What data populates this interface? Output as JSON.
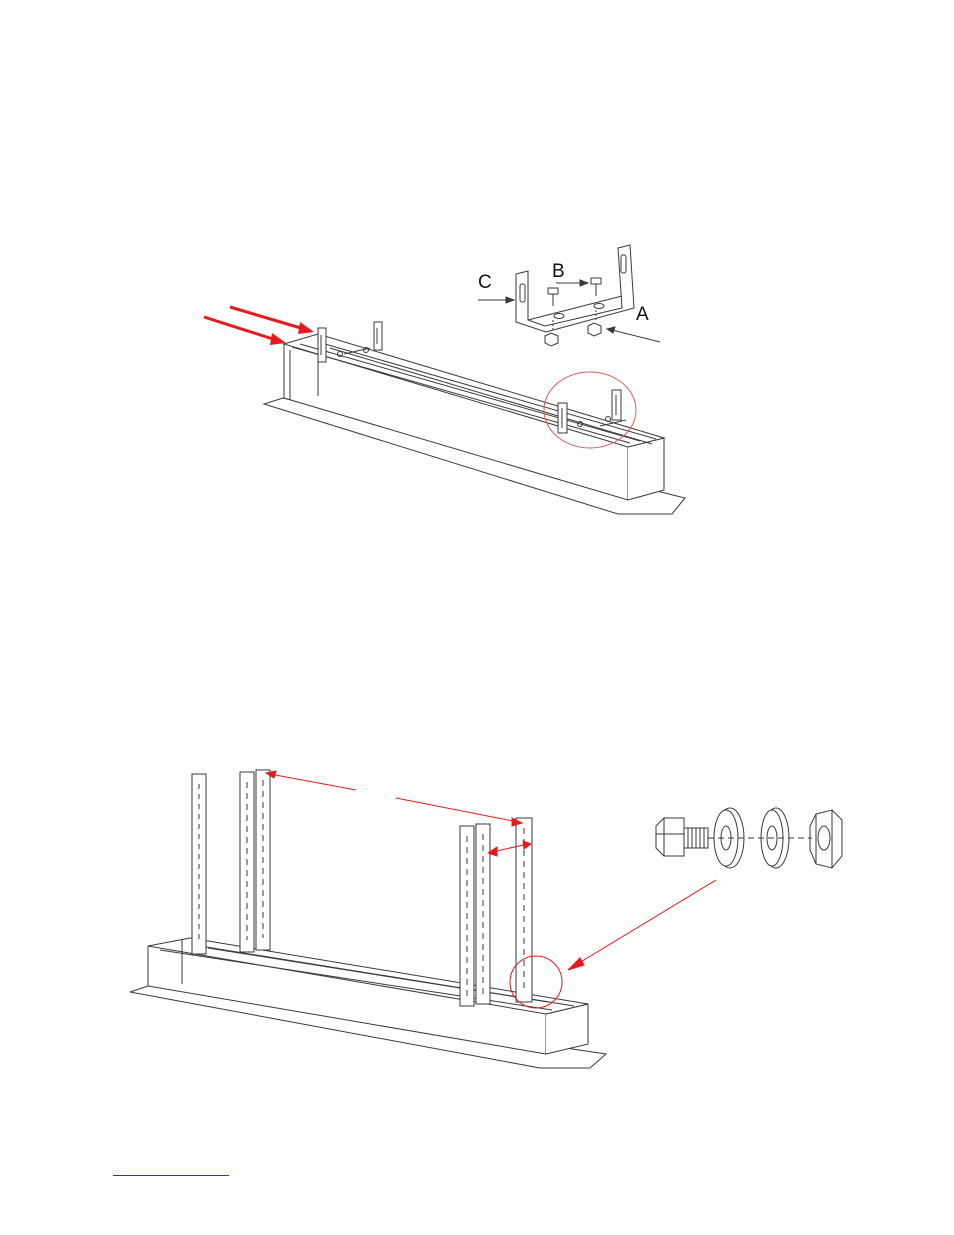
{
  "figure_1": {
    "callout_labels": {
      "a": "A",
      "b": "B",
      "c": "C"
    },
    "colors": {
      "line": "#3a3a3a",
      "accent_red": "#e8191a",
      "circle": "#e05a5a"
    }
  },
  "figure_2": {
    "colors": {
      "line": "#3a3a3a",
      "accent_red": "#e8191a"
    }
  }
}
